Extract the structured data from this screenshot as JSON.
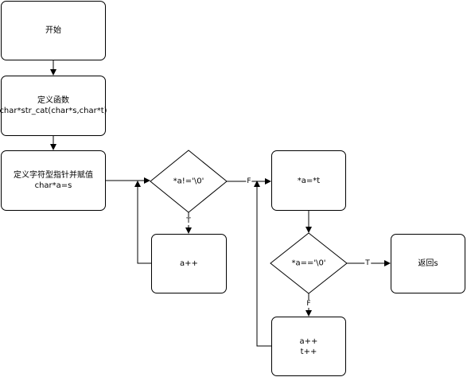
{
  "nodes": {
    "start": "开始",
    "define_func_title": "定义函数",
    "define_func_sig": "char*str_cat(char*s,char*t)",
    "define_ptr_title": "定义字符型指针并赋值",
    "define_ptr_code": "char*a=s",
    "cond1": "*a!='\\0'",
    "inc_a": "a++",
    "assign": "*a=*t",
    "cond2": "*a=='\\0'",
    "ret": "返回s",
    "inc_at_1": "a++",
    "inc_at_2": "t++"
  },
  "edge_labels": {
    "c1_false": "F",
    "c1_true": "T",
    "c2_true": "T",
    "c2_false": "F"
  }
}
